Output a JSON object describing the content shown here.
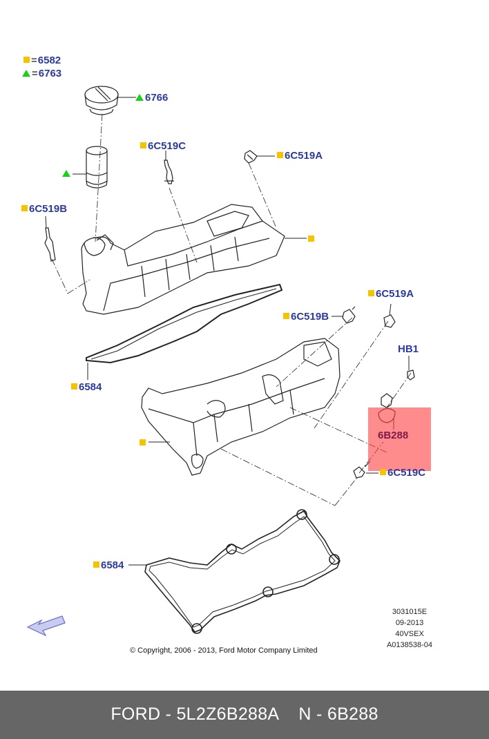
{
  "legend": [
    {
      "symbol": "square",
      "text": "6582"
    },
    {
      "symbol": "triangle",
      "text": "6763"
    }
  ],
  "labels": {
    "cap": "6766",
    "sensor_top_left": "6C519C",
    "sensor_top_right": "6C519A",
    "sensor_left": "6C519B",
    "sensor_mid_right": "6C519A",
    "sensor_mid": "6C519B",
    "gasket_upper": "6584",
    "hb1": "HB1",
    "highlighted_part": "6B288",
    "sensor_lower": "6C519C",
    "gasket_lower": "6584"
  },
  "meta": [
    "3031015E",
    "09-2013",
    "40VSEX",
    "A0138538-04"
  ],
  "copyright": "© Copyright, 2006 - 2013, Ford Motor Company Limited",
  "footer": {
    "brand_part": "FORD - 5L2Z6B288A",
    "ref": "N - 6B288"
  },
  "colors": {
    "label": "#2b3aa0",
    "square": "#f5c400",
    "triangle": "#19d019",
    "highlight": "#ff4646",
    "footer_bg": "#666666"
  }
}
